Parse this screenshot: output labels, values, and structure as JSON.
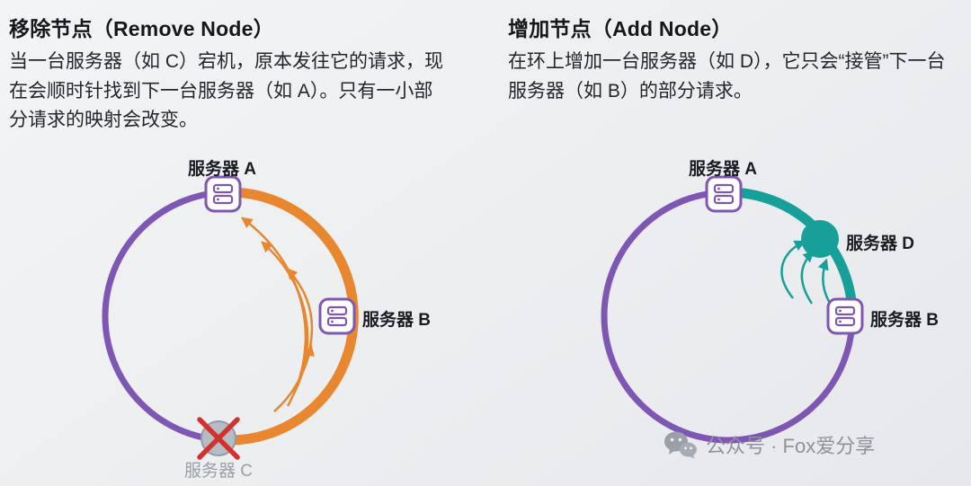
{
  "left_panel": {
    "title": "移除节点（Remove Node）",
    "body": "当一台服务器（如 C）宕机，原本发往它的请求，现在会顺时针找到下一台服务器（如 A）。只有一小部分请求的映射会改变。",
    "server_a_label": "服务器 A",
    "server_b_label": "服务器 B",
    "server_c_label": "服务器 C"
  },
  "right_panel": {
    "title": "增加节点（Add Node）",
    "body": "在环上增加一台服务器（如 D），它只会“接管”下一台服务器（如 B）的部分请求。",
    "server_a_label": "服务器 A",
    "server_b_label": "服务器 B",
    "server_d_label": "服务器 D"
  },
  "footer": {
    "label": "公众号 · Fox爱分享"
  },
  "colors": {
    "ring_purple": "#7e57b5",
    "highlight_orange": "#e8872f",
    "highlight_teal": "#17a099",
    "dead_node_gray": "#b6bcc4",
    "cross_red": "#d2322e",
    "dim_label_gray": "#9aa0a8",
    "footer_gray": "#8e939b"
  }
}
